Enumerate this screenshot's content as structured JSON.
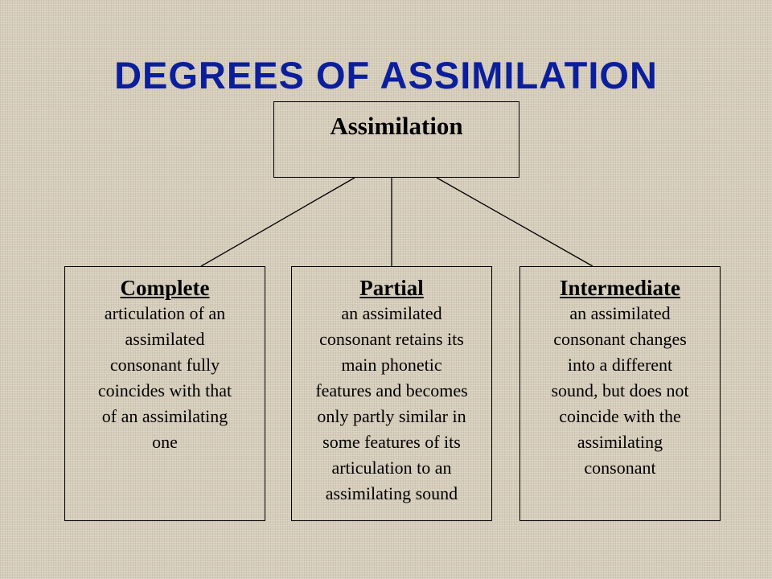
{
  "title": "DEGREES OF ASSIMILATION",
  "root": {
    "label": "Assimilation"
  },
  "children": [
    {
      "heading": "Complete",
      "lines": [
        "articulation of an",
        "assimilated",
        "consonant fully",
        "coincides with that",
        "of an assimilating",
        "one"
      ]
    },
    {
      "heading": "Partial",
      "lines": [
        "an assimilated",
        "consonant retains its",
        "main phonetic",
        "features and becomes",
        "only partly similar in",
        "some features of its",
        "articulation to an",
        "assimilating sound"
      ]
    },
    {
      "heading": "Intermediate",
      "lines": [
        "an assimilated",
        "consonant changes",
        "into a different",
        "sound, but does not",
        "coincide with the",
        "assimilating",
        "consonant"
      ]
    }
  ]
}
